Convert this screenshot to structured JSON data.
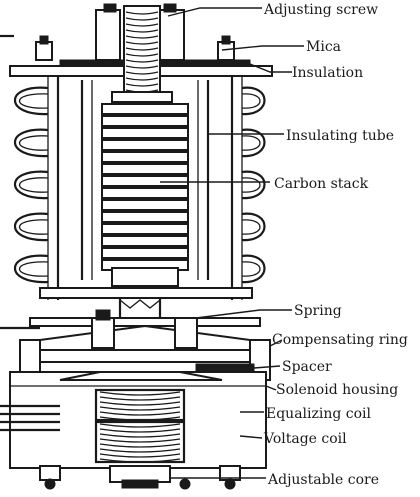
{
  "labels": {
    "adjusting_screw": "Adjusting screw",
    "mica": "Mica",
    "insulation": "Insulation",
    "insulating_tube": "Insulating tube",
    "carbon_stack": "Carbon stack",
    "spring": "Spring",
    "compensating_ring": "Compensating ring",
    "spacer": "Spacer",
    "solenoid_housing": "Solenoid housing",
    "equalizing_coil": "Equalizing coil",
    "voltage_coil": "Voltage coil",
    "adjustable_core": "Adjustable core"
  },
  "colors": {
    "ink": "#1a1a1a",
    "paper": "#ffffff"
  }
}
